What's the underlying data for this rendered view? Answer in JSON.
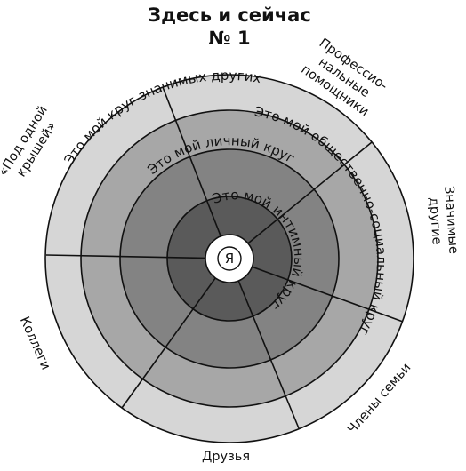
{
  "title": {
    "line1": "Здесь и сейчас",
    "line2": "№ 1"
  },
  "center": {
    "label": "Я"
  },
  "rings": [
    {
      "id": "intimate",
      "label": "Это мой интимный круг",
      "color": "#5a5a5a"
    },
    {
      "id": "personal",
      "label": "Это мой личный круг",
      "color": "#838383"
    },
    {
      "id": "social",
      "label": "Это мой общественно-социальный круг",
      "color": "#a7a7a7"
    },
    {
      "id": "significant",
      "label": "Это мой круг значимых других",
      "color": "#d6d6d6"
    }
  ],
  "outer_labels": {
    "professionals": [
      "Профессио-",
      "нальные",
      "помощники"
    ],
    "significant_others": [
      "Значимые",
      "другие"
    ],
    "family": [
      "Члены семьи"
    ],
    "friends": [
      "Друзья"
    ],
    "colleagues": [
      "Коллеги"
    ],
    "roommates": [
      "«Под одной",
      "крышей»"
    ]
  },
  "colors": {
    "outline": "#111111",
    "center_fill": "#ffffff"
  }
}
